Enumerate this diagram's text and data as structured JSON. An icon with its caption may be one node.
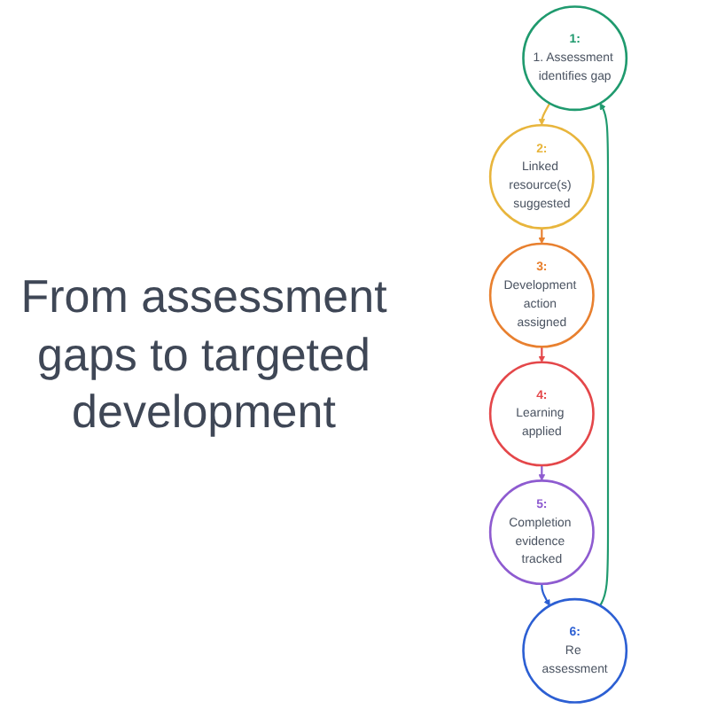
{
  "diagram": {
    "title": "From assessment gaps to targeted development",
    "nodes": [
      {
        "text": [
          "1:",
          "1. Assessment identifies gap"
        ]
      },
      {
        "text": [
          "2:",
          "Linked resource(s) suggested"
        ]
      },
      {
        "text": [
          "3:",
          "Development action assigned"
        ]
      },
      {
        "text": [
          "4:",
          "Learning applied"
        ]
      },
      {
        "text": [
          "5:",
          "Completion evidence tracked"
        ]
      },
      {
        "text": [
          "6:",
          "Re assessment"
        ]
      }
    ],
    "edges": [
      {
        "from": 0,
        "to": 1,
        "arrow": "to",
        "color": "#e8b53c"
      },
      {
        "from": 1,
        "to": 2,
        "arrow": "to",
        "color": "#e8802f"
      },
      {
        "from": 2,
        "to": 3,
        "arrow": "to",
        "color": "#e4474a"
      },
      {
        "from": 3,
        "to": 4,
        "arrow": "to",
        "color": "#8e5bd0"
      },
      {
        "from": 4,
        "to": 5,
        "arrow": "to",
        "color": "#2c5fd3"
      },
      {
        "from": 5,
        "to": 0,
        "arrow": "to",
        "color": "#1f9a6e"
      }
    ]
  }
}
